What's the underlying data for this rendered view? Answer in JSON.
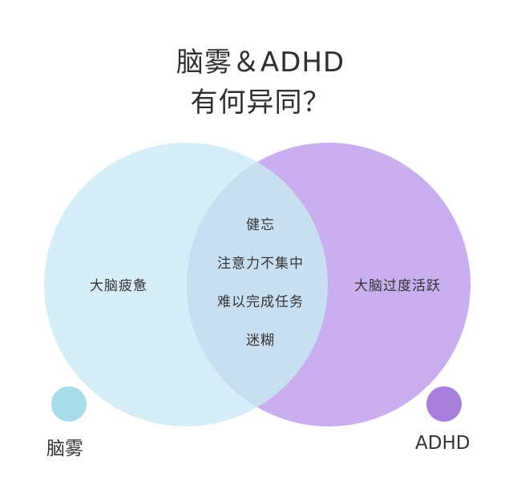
{
  "diagram": {
    "title_line_1": "脑雾＆ADHD",
    "title_line_2": "有何异同？",
    "left_set": {
      "description": "大脑疲惫",
      "legend": "脑雾",
      "color": "#cdebf4"
    },
    "right_set": {
      "description": "大脑过度活跃",
      "legend": "ADHD",
      "color": "#c5a8ec"
    },
    "overlap_color": "#bfd8ef",
    "overlap_items": [
      "健忘",
      "注意力不集中",
      "难以完成任务",
      "迷糊"
    ]
  }
}
